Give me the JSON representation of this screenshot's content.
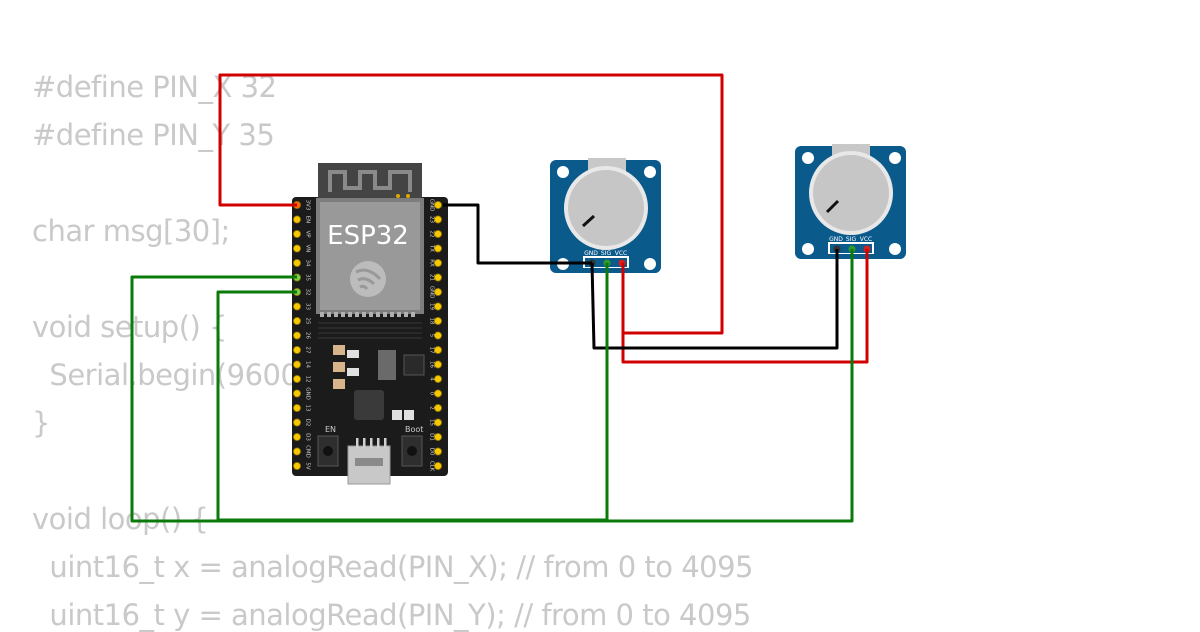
{
  "code_lines": [
    "#define PIN_X 32",
    "#define PIN_Y 35",
    "",
    "char msg[30];",
    "",
    "void setup() {",
    "  Serial.begin(9600);",
    "}",
    "",
    "void loop() {",
    "  uint16_t x = analogRead(PIN_X); // from 0 to 4095",
    "  uint16_t y = analogRead(PIN_Y); // from 0 to 4095"
  ],
  "board": {
    "chip_label": "ESP32",
    "en_label": "EN",
    "boot_label": "Boot",
    "left_pins": [
      "3V3",
      "EN",
      "VP",
      "VN",
      "34",
      "35",
      "32",
      "33",
      "25",
      "26",
      "27",
      "14",
      "12",
      "GND",
      "13",
      "D2",
      "D3",
      "CMD",
      "5V"
    ],
    "right_pins": [
      "GND",
      "23",
      "22",
      "TX",
      "RX",
      "21",
      "GND",
      "19",
      "18",
      "5",
      "17",
      "16",
      "4",
      "0",
      "2",
      "15",
      "D1",
      "D0",
      "CLK"
    ]
  },
  "pot_1": {
    "pin_labels": [
      "GND",
      "SIG",
      "VCC"
    ]
  },
  "pot_2": {
    "pin_labels": [
      "GND",
      "SIG",
      "VCC"
    ]
  },
  "colors": {
    "red_wire": "#d10000",
    "black_wire": "#000000",
    "green_wire": "#0a7a0a",
    "board": "#1b1b1b",
    "module": "#0b5a8c",
    "code_text": "#c9c9c9"
  }
}
